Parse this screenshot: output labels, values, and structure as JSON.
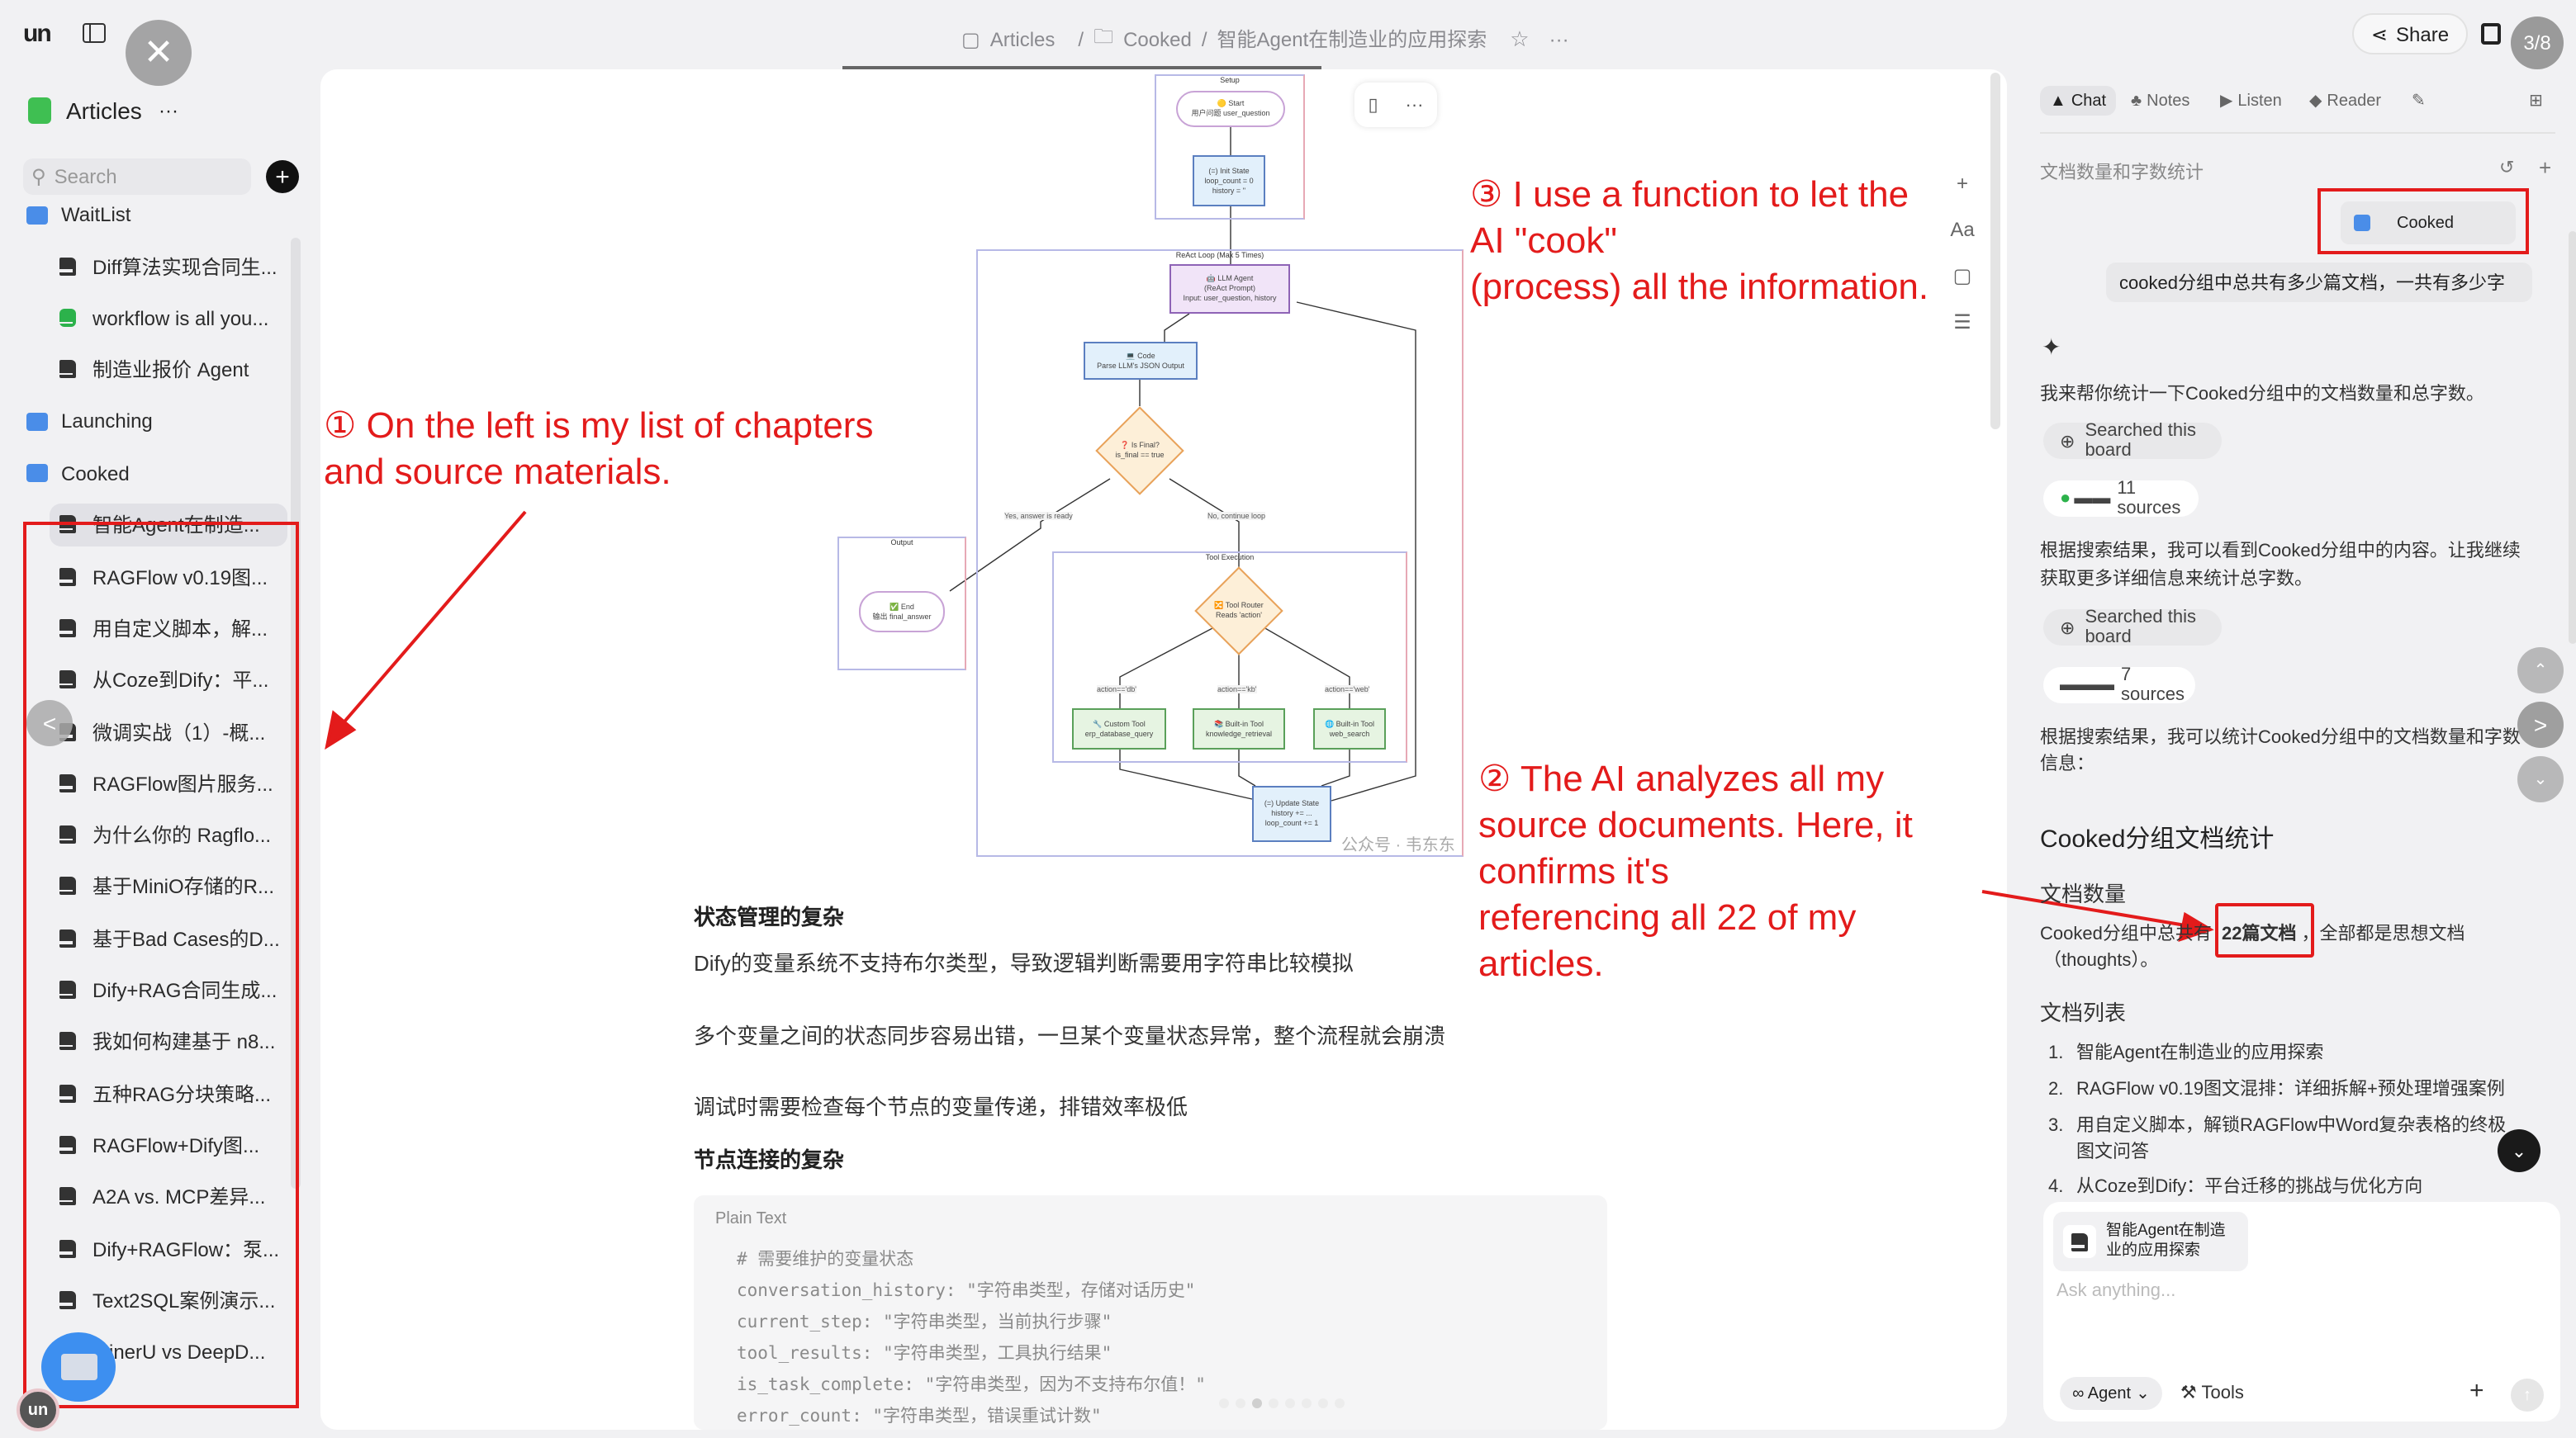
{
  "topbar": {
    "breadcrumb": [
      "Articles",
      "/",
      "Cooked",
      "/",
      "智能Agent在制造业的应用探索"
    ],
    "share_label": "Share",
    "page_counter": "3/8"
  },
  "sidebar": {
    "title": "Articles",
    "more": "···",
    "search_placeholder": "Search",
    "tree": [
      {
        "type": "folder",
        "label": "WaitList"
      },
      {
        "type": "doc",
        "label": "Diff算法实现合同生...",
        "icon": "doc-icon"
      },
      {
        "type": "doc",
        "label": "workflow is all you...",
        "icon": "wechat-icon"
      },
      {
        "type": "doc",
        "label": "制造业报价 Agent",
        "icon": "doc-icon"
      },
      {
        "type": "folder",
        "label": "Launching"
      },
      {
        "type": "folder",
        "label": "Cooked"
      },
      {
        "type": "doc",
        "label": "智能Agent在制造...",
        "active": true
      },
      {
        "type": "doc",
        "label": "RAGFlow v0.19图..."
      },
      {
        "type": "doc",
        "label": "用自定义脚本，解..."
      },
      {
        "type": "doc",
        "label": "从Coze到Dify：平..."
      },
      {
        "type": "doc",
        "label": "微调实战（1）-概..."
      },
      {
        "type": "doc",
        "label": "RAGFlow图片服务..."
      },
      {
        "type": "doc",
        "label": "为什么你的 Ragflo..."
      },
      {
        "type": "doc",
        "label": "基于MiniO存储的R..."
      },
      {
        "type": "doc",
        "label": "基于Bad Cases的D..."
      },
      {
        "type": "doc",
        "label": "Dify+RAG合同生成..."
      },
      {
        "type": "doc",
        "label": "我如何构建基于 n8..."
      },
      {
        "type": "doc",
        "label": "五种RAG分块策略..."
      },
      {
        "type": "doc",
        "label": "RAGFlow+Dify图..."
      },
      {
        "type": "doc",
        "label": "A2A vs. MCP差异..."
      },
      {
        "type": "doc",
        "label": "Dify+RAGFlow：泵..."
      },
      {
        "type": "doc",
        "label": "Text2SQL案例演示..."
      },
      {
        "type": "doc",
        "label": "MinerU vs DeepD..."
      }
    ]
  },
  "diagram": {
    "setup": "Setup",
    "start": "🟡 Start",
    "start_sub": "用户问题 user_question",
    "init": "(=) Init State",
    "init_sub1": "loop_count = 0",
    "init_sub2": "history = ''",
    "loop": "ReAct Loop (Max 5 Times)",
    "llm": "🤖 LLM Agent",
    "llm_sub1": "(ReAct Prompt)",
    "llm_sub2": "Input: user_question, history",
    "code": "💻 Code",
    "code_sub": "Parse LLM's JSON Output",
    "isfinal": "❓ Is Final?",
    "isfinal_sub": "is_final == true",
    "yes": "Yes, answer is ready",
    "no": "No, continue loop",
    "output": "Output",
    "end": "✅ End",
    "end_sub": "输出 final_answer",
    "toolexec": "Tool Execution",
    "router": "🔀 Tool Router",
    "router_sub": "Reads 'action'",
    "a_db": "action=='db'",
    "a_kb": "action=='kb'",
    "a_web": "action=='web'",
    "t1": "🔧 Custom Tool",
    "t1_sub": "erp_database_query",
    "t2": "📚 Built-in Tool",
    "t2_sub": "knowledge_retrieval",
    "t3": "🌐 Built-in Tool",
    "t3_sub": "web_search",
    "update": "(=) Update State",
    "update_sub1": "history += ...",
    "update_sub2": "loop_count += 1",
    "watermark": "公众号 · 韦东东"
  },
  "document": {
    "h1": "状态管理的复杂",
    "p1": "Dify的变量系统不支持布尔类型，导致逻辑判断需要用字符串比较模拟",
    "p2": "多个变量之间的状态同步容易出错，一旦某个变量状态异常，整个流程就会崩溃",
    "p3": "调试时需要检查每个节点的变量传递，排错效率极低",
    "h2": "节点连接的复杂",
    "code_lang": "Plain Text",
    "code_lines": [
      "# 需要维护的变量状态",
      "conversation_history: \"字符串类型，存储对话历史\"",
      "current_step: \"字符串类型，当前执行步骤\"",
      "tool_results: \"字符串类型，工具执行结果\"",
      "is_task_complete: \"字符串类型，因为不支持布尔值！\"",
      "error_count: \"字符串类型，错误重试计数\""
    ],
    "pager_total": 8,
    "pager_current": 3,
    "side_tool_aa": "Aa"
  },
  "annotations": {
    "a1_l1": "① On the left is my list of chapters",
    "a1_l2": "and source materials.",
    "a2_l1": "② The AI analyzes all my source documents. Here, it confirms it's",
    "a2_l2": "referencing all 22 of my articles.",
    "a3_l1": "③ I use a function to let the AI \"cook\"",
    "a3_l2": "(process) all the information.",
    "color": "#e31b1b"
  },
  "chat": {
    "tabs": [
      "Chat",
      "Notes",
      "Listen",
      "Reader"
    ],
    "title": "文档数量和字数统计",
    "context_chip": "Cooked",
    "user_msg": "cooked分组中总共有多少篇文档，一共有多少字",
    "m1": "我来帮你统计一下Cooked分组中的文档数量和总字数。",
    "searched": "Searched this board",
    "sources1": "11 sources",
    "m2_l1": "根据搜索结果，我可以看到Cooked分组中的内容。让我继续",
    "m2_l2": "获取更多详细信息来统计总字数。",
    "searched2": "Searched this board",
    "sources2": "7 sources",
    "m3_l1": "根据搜索结果，我可以统计Cooked分组中的文档数量和字数",
    "m3_l2": "信息：",
    "h_stats": "Cooked分组文档统计",
    "h_count": "文档数量",
    "count_pre": "Cooked分组中总共有",
    "count_bold": "22篇文档",
    "count_post": "，全部都是思想文档",
    "count_l2": "（thoughts）。",
    "h_list": "文档列表",
    "list": [
      {
        "n": "1.",
        "t": "智能Agent在制造业的应用探索"
      },
      {
        "n": "2.",
        "t": "RAGFlow v0.19图文混排：详细拆解+预处理增强案例"
      },
      {
        "n": "3.",
        "t": "用自定义脚本，解锁RAGFlow中Word复杂表格的终极"
      },
      {
        "n": "",
        "t": "图文问答"
      },
      {
        "n": "4.",
        "t": "从Coze到Dify：平台迁移的挑战与优化方向"
      }
    ],
    "input_chip": "智能Agent在制造业的应用探索",
    "input_chip_l1": "智能Agent在制造",
    "input_chip_l2": "业的应用探索",
    "placeholder": "Ask anything...",
    "agent_label": "∞ Agent",
    "tools_label": "Tools"
  }
}
